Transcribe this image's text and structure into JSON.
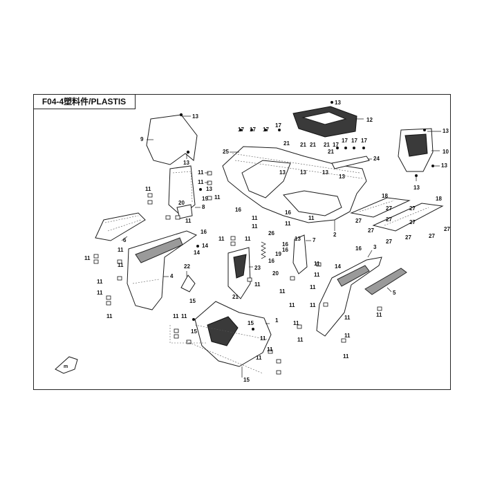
{
  "header": {
    "title": "F04-4塑料件/PLASTIS"
  },
  "colors": {
    "line": "#1a1a1a",
    "panel_dark": "#3a3a3a",
    "panel_grey": "#9a9a9a"
  },
  "callouts": [
    "1",
    "2",
    "3",
    "4",
    "5",
    "6",
    "7",
    "8",
    "9",
    "10",
    "11",
    "12",
    "13",
    "14",
    "15",
    "16",
    "17",
    "18",
    "19",
    "20",
    "21",
    "22",
    "23",
    "24",
    "25",
    "26",
    "27"
  ],
  "icons": {
    "direction_arrow": "front-direction-arrow-icon"
  }
}
